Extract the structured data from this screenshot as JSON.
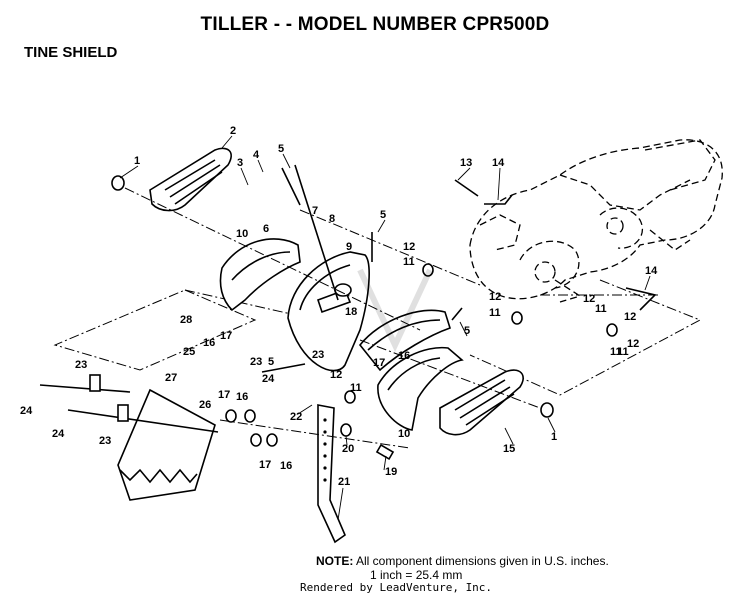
{
  "header": {
    "title": "TILLER - - MODEL NUMBER CPR500D",
    "subtitle": "TINE SHIELD"
  },
  "note": {
    "label": "NOTE:",
    "line1": "All component dimensions given in U.S. inches.",
    "line2": "1 inch = 25.4 mm"
  },
  "credit": "Rendered by LeadVenture, Inc.",
  "callouts": [
    {
      "id": "c1a",
      "text": "1"
    },
    {
      "id": "c2",
      "text": "2"
    },
    {
      "id": "c3",
      "text": "3"
    },
    {
      "id": "c4",
      "text": "4"
    },
    {
      "id": "c5a",
      "text": "5"
    },
    {
      "id": "c6",
      "text": "6"
    },
    {
      "id": "c7",
      "text": "7"
    },
    {
      "id": "c8",
      "text": "8"
    },
    {
      "id": "c9",
      "text": "9"
    },
    {
      "id": "c10a",
      "text": "10"
    },
    {
      "id": "c5b",
      "text": "5"
    },
    {
      "id": "c12a",
      "text": "12"
    },
    {
      "id": "c11a",
      "text": "11"
    },
    {
      "id": "c13",
      "text": "13"
    },
    {
      "id": "c14a",
      "text": "14"
    },
    {
      "id": "c14b",
      "text": "14"
    },
    {
      "id": "c12b",
      "text": "12"
    },
    {
      "id": "c11b",
      "text": "11"
    },
    {
      "id": "c12c",
      "text": "12"
    },
    {
      "id": "c11c",
      "text": "11"
    },
    {
      "id": "c5c",
      "text": "5"
    },
    {
      "id": "c12d",
      "text": "12"
    },
    {
      "id": "c11d",
      "text": "11"
    },
    {
      "id": "c12e",
      "text": "12"
    },
    {
      "id": "c11e",
      "text": "11"
    },
    {
      "id": "c28",
      "text": "28"
    },
    {
      "id": "c18",
      "text": "18"
    },
    {
      "id": "c17a",
      "text": "17"
    },
    {
      "id": "c16a",
      "text": "16"
    },
    {
      "id": "c25",
      "text": "25"
    },
    {
      "id": "c23a",
      "text": "23"
    },
    {
      "id": "c5d",
      "text": "5"
    },
    {
      "id": "c23b",
      "text": "23"
    },
    {
      "id": "c16b",
      "text": "16"
    },
    {
      "id": "c17b",
      "text": "17"
    },
    {
      "id": "c23c",
      "text": "23"
    },
    {
      "id": "c24a",
      "text": "24"
    },
    {
      "id": "c27",
      "text": "27"
    },
    {
      "id": "c12f",
      "text": "12"
    },
    {
      "id": "c11f",
      "text": "11"
    },
    {
      "id": "c24b",
      "text": "24"
    },
    {
      "id": "c26",
      "text": "26"
    },
    {
      "id": "c17c",
      "text": "17"
    },
    {
      "id": "c16c",
      "text": "16"
    },
    {
      "id": "c22",
      "text": "22"
    },
    {
      "id": "c23d",
      "text": "23"
    },
    {
      "id": "c24c",
      "text": "24"
    },
    {
      "id": "c10b",
      "text": "10"
    },
    {
      "id": "c20",
      "text": "20"
    },
    {
      "id": "c15",
      "text": "15"
    },
    {
      "id": "c1b",
      "text": "1"
    },
    {
      "id": "c17d",
      "text": "17"
    },
    {
      "id": "c16d",
      "text": "16"
    },
    {
      "id": "c19",
      "text": "19"
    },
    {
      "id": "c21",
      "text": "21"
    }
  ]
}
